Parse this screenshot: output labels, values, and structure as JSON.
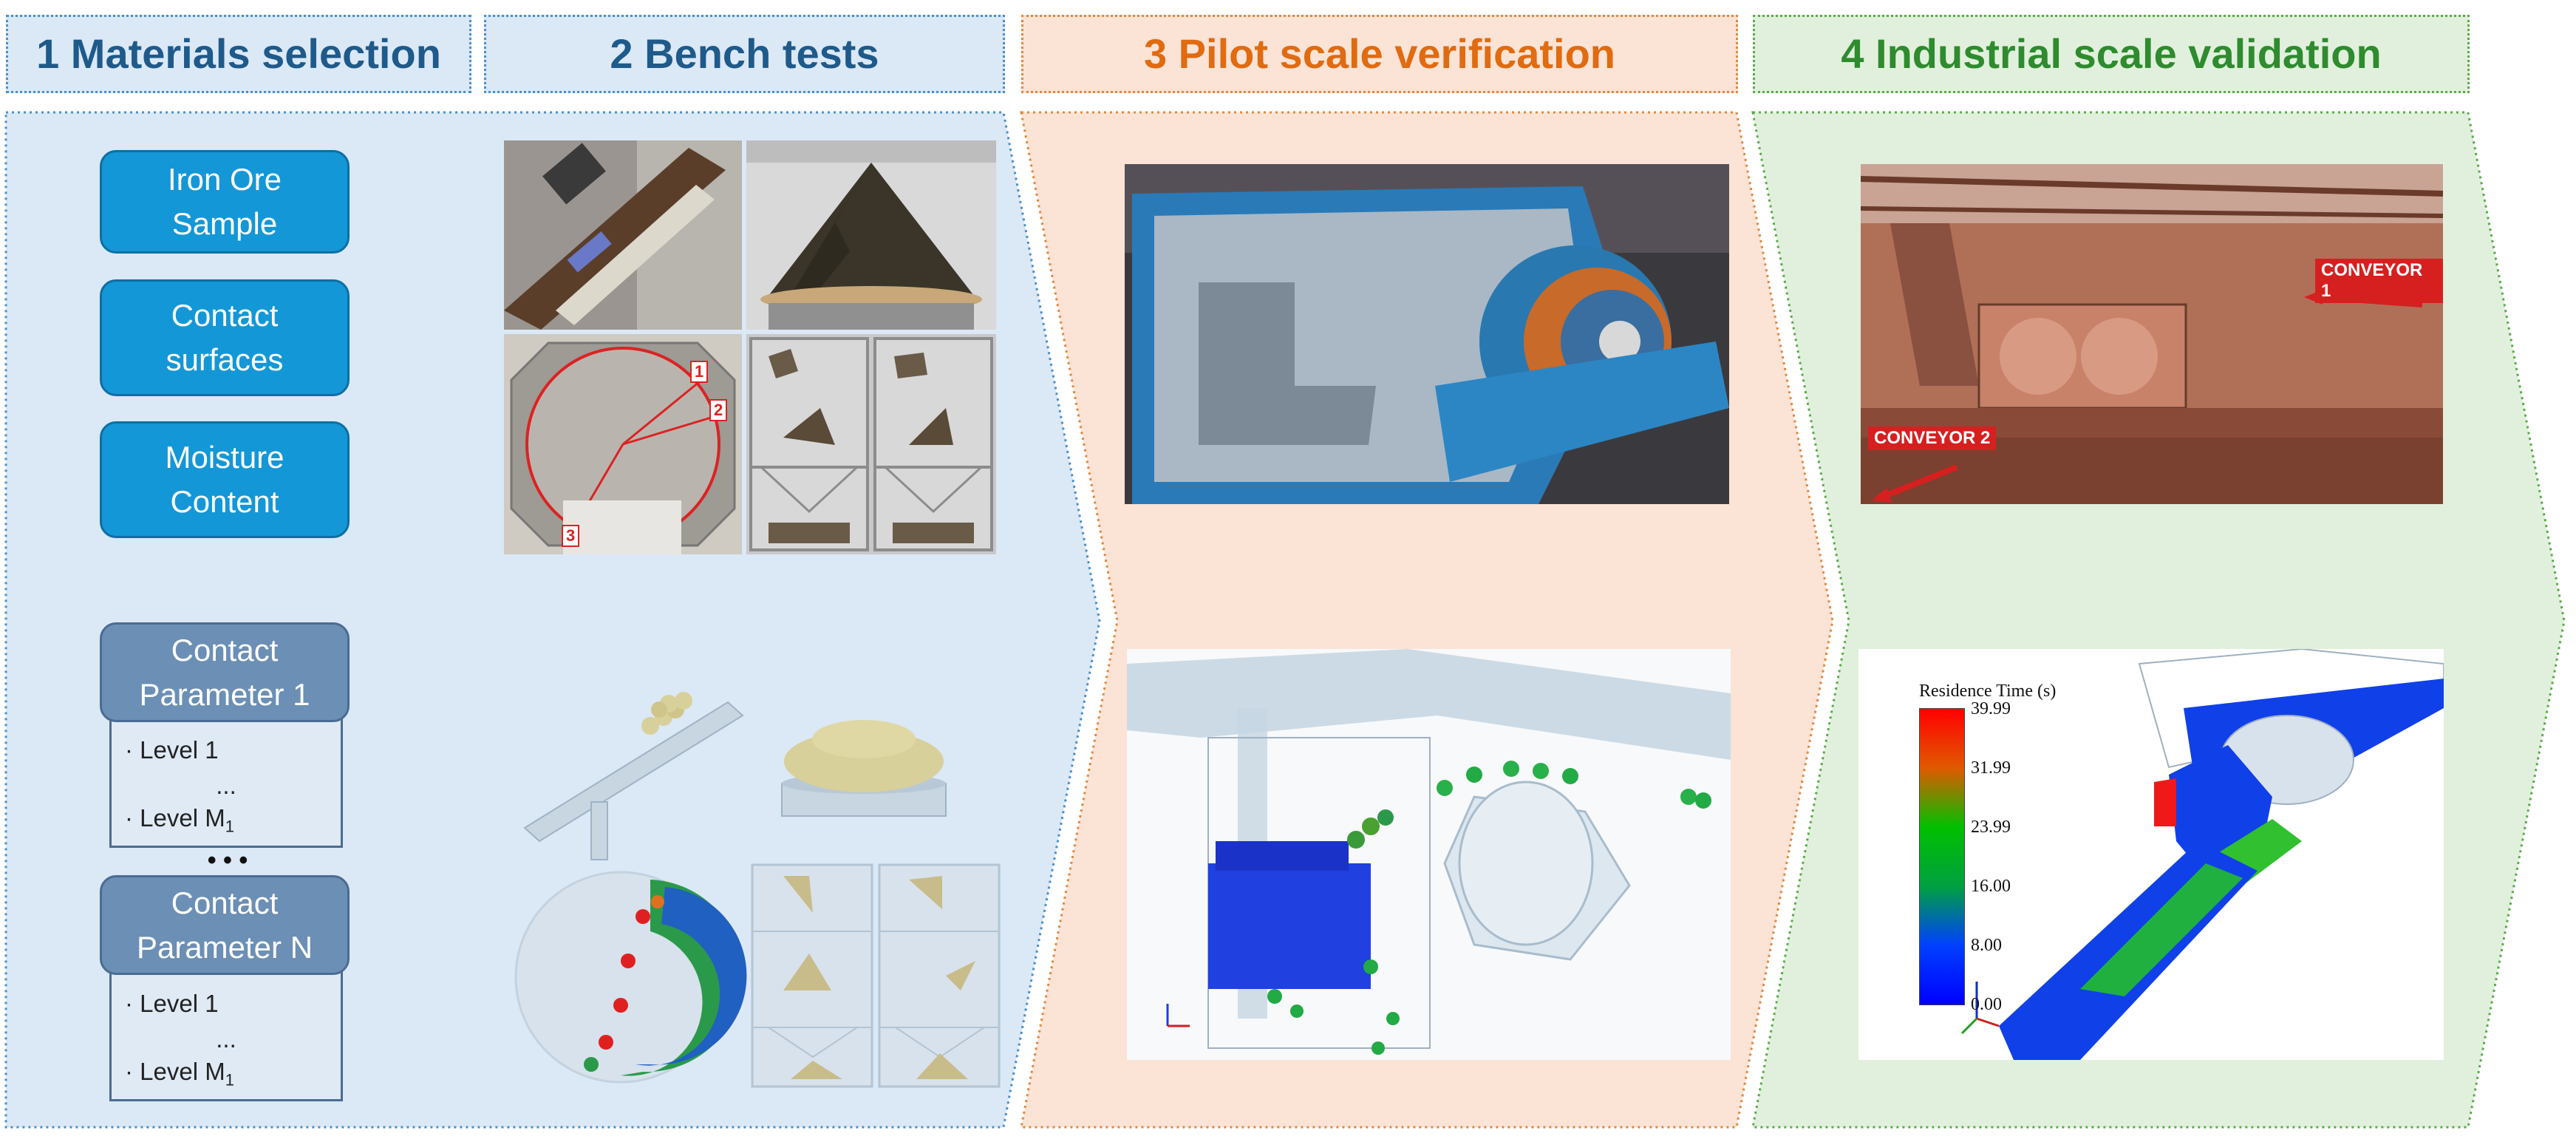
{
  "stages": [
    {
      "number": "1",
      "title": "1 Materials selection"
    },
    {
      "number": "2",
      "title": "2 Bench tests"
    },
    {
      "number": "3",
      "title": "3 Pilot scale verification"
    },
    {
      "number": "4",
      "title": "4 Industrial scale validation"
    }
  ],
  "materials": [
    {
      "line1": "Iron Ore",
      "line2": "Sample"
    },
    {
      "line1": "Contact",
      "line2": "surfaces"
    },
    {
      "line1": "Moisture",
      "line2": "Content"
    }
  ],
  "parameters": [
    {
      "line1": "Contact",
      "line2": "Parameter 1",
      "level_first": "Level 1",
      "ellipsis": "...",
      "level_last": "Level M",
      "level_last_sub": "1"
    },
    {
      "line1": "Contact",
      "line2": "Parameter N",
      "level_first": "Level 1",
      "ellipsis": "...",
      "level_last": "Level M",
      "level_last_sub": "1"
    }
  ],
  "between_params": "• • •",
  "bench_photo_markers": [
    "1",
    "2",
    "3"
  ],
  "industrial_photo": {
    "conveyor1": "CONVEYOR 1",
    "conveyor2": "CONVEYOR 2"
  },
  "legend": {
    "title": "Residence Time (s)",
    "ticks": [
      "39.99",
      "31.99",
      "23.99",
      "16.00",
      "8.00",
      "0.00"
    ],
    "gradient": [
      "#ff0000",
      "#e05a00",
      "#00c000",
      "#00a040",
      "#0040ff",
      "#0000ff"
    ]
  },
  "colors": {
    "blue_accent": "#1497d6",
    "param_head": "#6b8fb5",
    "orange_title": "#e06b10",
    "green_title": "#2e8b2e",
    "blue_title": "#1e5a8a"
  }
}
